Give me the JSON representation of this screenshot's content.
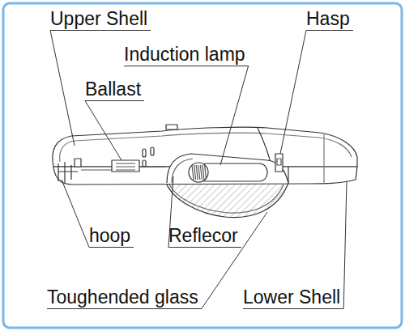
{
  "diagram": {
    "labels": [
      "Upper Shell",
      "Hasp",
      "Induction lamp",
      "Ballast",
      "hoop",
      "Reflecor",
      "Toughended glass",
      "Lower Shell"
    ]
  }
}
